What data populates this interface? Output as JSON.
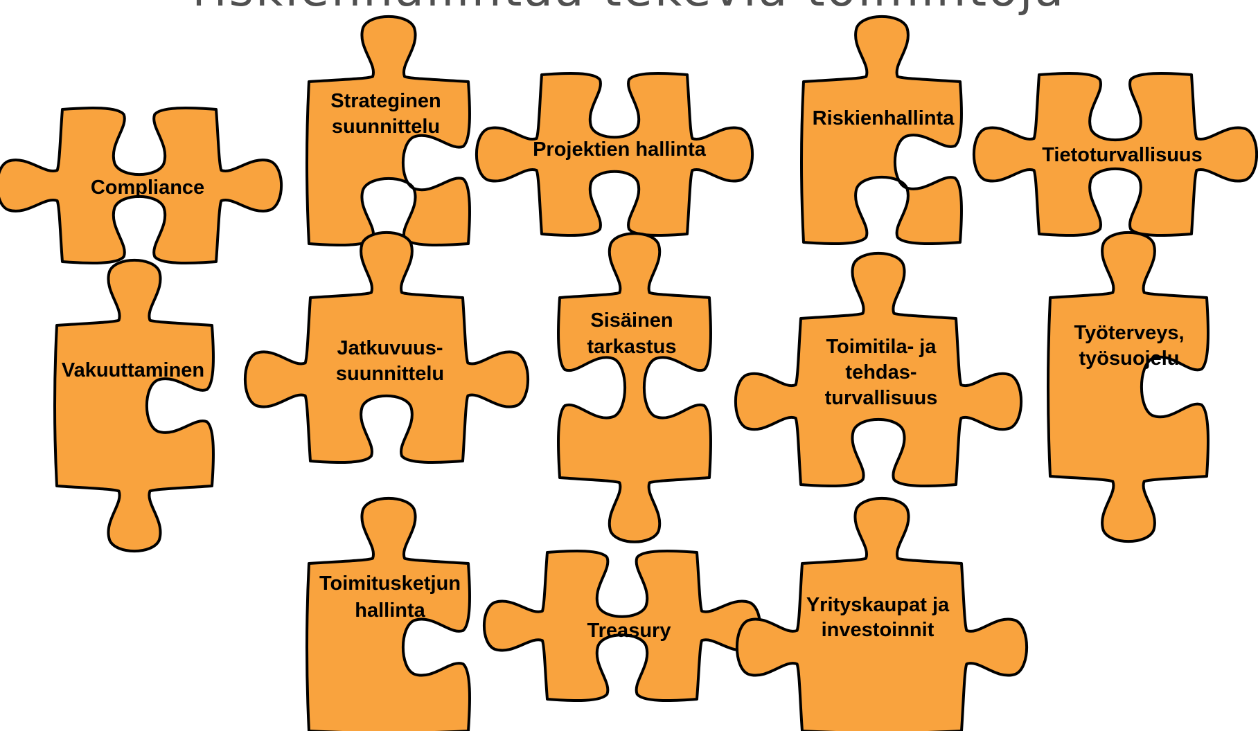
{
  "title": "riskienhallintaa tekeviä toimintoja",
  "colors": {
    "piece_fill": "#F9A33E",
    "piece_stroke": "#000000",
    "title": "#505050"
  },
  "pieces": [
    {
      "id": "compliance",
      "lines": [
        "Compliance"
      ]
    },
    {
      "id": "strateginen",
      "lines": [
        "Strateginen",
        "suunnittelu"
      ]
    },
    {
      "id": "projektien",
      "lines": [
        "Projektien hallinta"
      ]
    },
    {
      "id": "riskienhallinta",
      "lines": [
        "Riskienhallinta"
      ]
    },
    {
      "id": "tietoturvallisuus",
      "lines": [
        "Tietoturvallisuus"
      ]
    },
    {
      "id": "vakuuttaminen",
      "lines": [
        "Vakuuttaminen"
      ]
    },
    {
      "id": "jatkuvuus",
      "lines": [
        "Jatkuvuus-",
        "suunnittelu"
      ]
    },
    {
      "id": "sisainen",
      "lines": [
        "Sisäinen",
        "tarkastus"
      ]
    },
    {
      "id": "toimitila",
      "lines": [
        "Toimitila- ja",
        "tehdas-",
        "turvallisuus"
      ]
    },
    {
      "id": "tyoterveys",
      "lines": [
        "Työterveys,",
        "työsuojelu"
      ]
    },
    {
      "id": "toimitusketju",
      "lines": [
        "Toimitusketjun",
        "hallinta"
      ]
    },
    {
      "id": "treasury",
      "lines": [
        "Treasury"
      ]
    },
    {
      "id": "yrityskaupat",
      "lines": [
        "Yrityskaupat ja",
        "investoinnit"
      ]
    }
  ]
}
